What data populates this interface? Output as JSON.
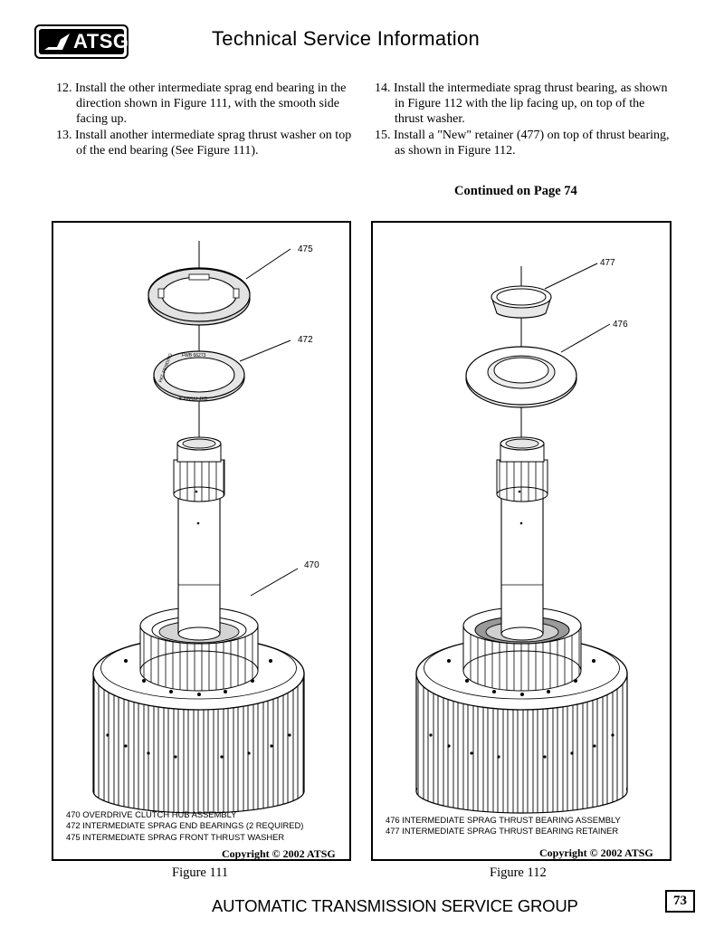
{
  "header": {
    "logo_text": "ATSG",
    "title": "Technical Service Information"
  },
  "instructions": {
    "left": [
      "12. Install the other intermediate sprag end bearing in the direction shown in Figure 111, with the smooth side facing up.",
      "13. Install another intermediate sprag thrust washer on top of the end bearing  (See Figure 111)."
    ],
    "right": [
      "14. Install the intermediate sprag thrust bearing, as shown in Figure 112 with the lip facing up, on top of the thrust washer.",
      "15. Install a \"New\" retainer (477) on top of thrust bearing, as shown in Figure 112."
    ]
  },
  "continued": "Continued on Page 74",
  "figure111": {
    "callouts": [
      "475",
      "472",
      "470"
    ],
    "bearing_markings": [
      "FWB 66273",
      "SKF FRANCE",
      "PAT. PENDING"
    ],
    "legend": [
      "470 OVERDRIVE CLUTCH HUB ASSEMBLY",
      "472 INTERMEDIATE SPRAG END BEARINGS  (2 REQUIRED)",
      "475 INTERMEDIATE SPRAG FRONT THRUST WASHER"
    ],
    "copyright": "Copyright © 2002 ATSG",
    "caption": "Figure 111"
  },
  "figure112": {
    "callouts": [
      "477",
      "476"
    ],
    "legend": [
      "476 INTERMEDIATE SPRAG THRUST BEARING ASSEMBLY",
      "477 INTERMEDIATE SPRAG THRUST BEARING RETAINER"
    ],
    "copyright": "Copyright © 2002 ATSG",
    "caption": "Figure 112"
  },
  "footer": {
    "text": "AUTOMATIC TRANSMISSION SERVICE GROUP",
    "page_number": "73"
  }
}
